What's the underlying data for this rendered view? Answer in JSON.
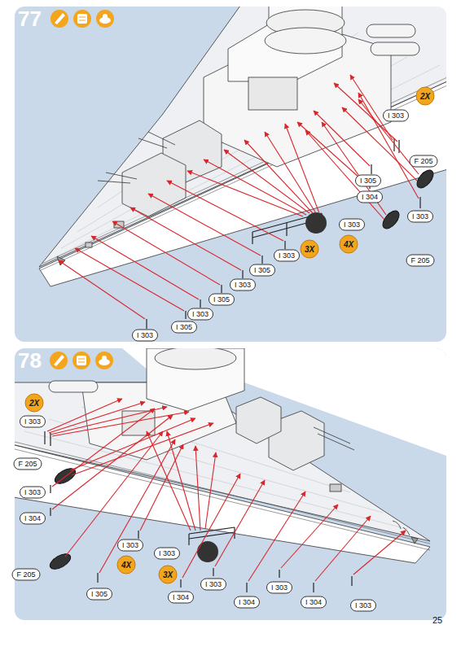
{
  "diagram": {
    "labels": [
      "77",
      "2X",
      "I 303",
      "F 205",
      "I 305",
      "I 304",
      "I 303",
      "I 303",
      "4X",
      "F 205",
      "I 303",
      "3X",
      "I 305",
      "I 303",
      "I 305",
      "I 303",
      "I 305",
      "I 303",
      "78",
      "2X",
      "I 303",
      "F 205",
      "I 303",
      "I 304",
      "F 205",
      "I 305",
      "I 303",
      "4X",
      "I 303",
      "3X",
      "I 304",
      "I 303",
      "I 304",
      "I 303",
      "I 304",
      "I 303",
      "25"
    ]
  }
}
